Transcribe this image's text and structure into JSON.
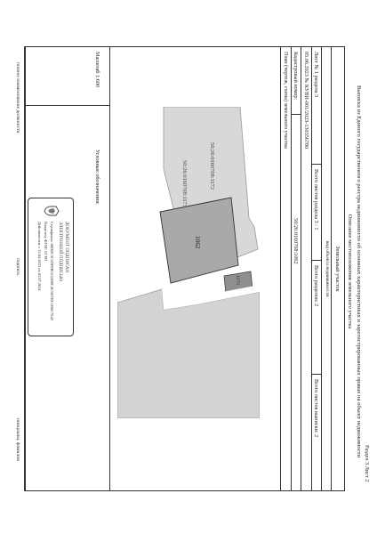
{
  "header": {
    "corner": "Раздел 3   Лист 2",
    "title": "Выписка из Единого государственного реестра недвижимости об основных характеристиках и зарегистрированных правах на объект недвижимости",
    "subtitle": "Описание местоположения земельного участка"
  },
  "table": {
    "object_type": "Земельный участок",
    "object_kind": "вид объекта недвижимости",
    "sheet_label": "Лист № 1 раздела 3",
    "sheets_count_label": "Всего листов раздела 3 : 1",
    "sections_label": "Всего разделов: 2",
    "total_sheets_label": "Всего листов выписки: 2",
    "date_and_number": "05.06.2023  № КУВИ-001/2023-130356780",
    "cadastral_label": "Кадастровый номер:",
    "cadastral_number": "50:26:0160708:1062",
    "plan_label": "План (чертеж, схема) земельного участка",
    "scale_label": "Масштаб 1:600",
    "legend_label": "Условные обозначения:"
  },
  "plan_labels": {
    "neighbor_top": "50:26:0160708:1172",
    "neighbor_left": "50:26:0160708:1173",
    "main_plot": "1062",
    "right_plot": "1173"
  },
  "stamp": {
    "line1": "ДОКУМЕНТ ПОДПИСАН",
    "line2": "ЭЛЕКТРОННОЙ ПОДПИСЬЮ",
    "line3": "Сертификат: 00D0C5C2DF8B5A55B8C4C9D7BC1B6C7E43",
    "line4": "Владелец: ФГИС ЕГРН",
    "line5": "Действителен: с 12.04.2023 по 05.07.2024"
  },
  "footer": {
    "position": "полное наименование должности",
    "signature": "подпись",
    "initials": "инициалы, фамилия"
  }
}
